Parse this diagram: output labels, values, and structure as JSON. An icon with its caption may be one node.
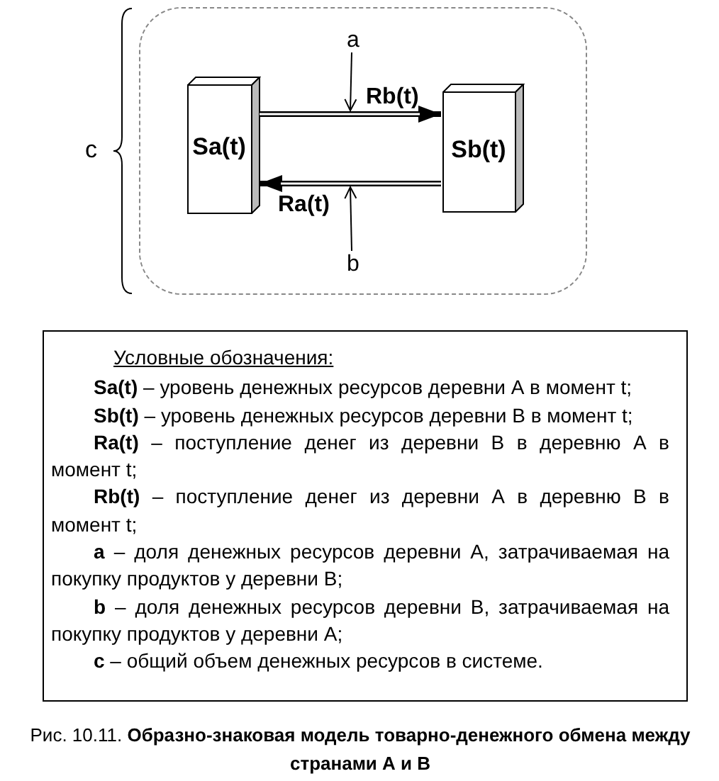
{
  "diagram": {
    "caption": "Рис. 10.11. **Образно-знаковая модель товарно-денежного обмена между странами А и В**",
    "nodes": [
      {
        "text": [],
        "shape": "box",
        "beside": [
          "c"
        ]
      },
      {
        "text": [
          "Sa(t)"
        ],
        "in": 0
      },
      {
        "text": [
          "Sb(t)"
        ],
        "in": 0
      },
      {
        "text": [
          "a"
        ],
        "in": 0
      },
      {
        "text": [
          "b"
        ],
        "in": 0
      },
      {
        "text": [
          "Условные обозначения:",
          "**Sa(t)** – уровень денежных ресурсов деревни А в момент t;",
          "**Sb(t)** – уровень денежных ресурсов деревни В в момент t;",
          "**Ra(t)** – поступление денег из деревни В в деревню А в момент t;",
          "**Rb(t)** – поступление денег из деревни А в деревню В в момент t;",
          "**a** – доля денежных ресурсов деревни А, затрачиваемая на покупку продуктов у деревни В;",
          "**b** – доля денежных ресурсов деревни В, затрачиваемая на покупку продуктов у деревни А;",
          "**c** – общий объем денежных ресурсов в системе."
        ]
      }
    ],
    "edges": [
      {
        "from": 1,
        "to": 2,
        "arrow": "to",
        "label": "Rb(t)",
        "style": "thick"
      },
      {
        "from": 2,
        "to": 1,
        "arrow": "to",
        "label": "Ra(t)",
        "style": "thick"
      },
      {
        "from": 3,
        "to": null,
        "arrow": "to"
      },
      {
        "from": 4,
        "to": null,
        "arrow": "to"
      }
    ]
  }
}
